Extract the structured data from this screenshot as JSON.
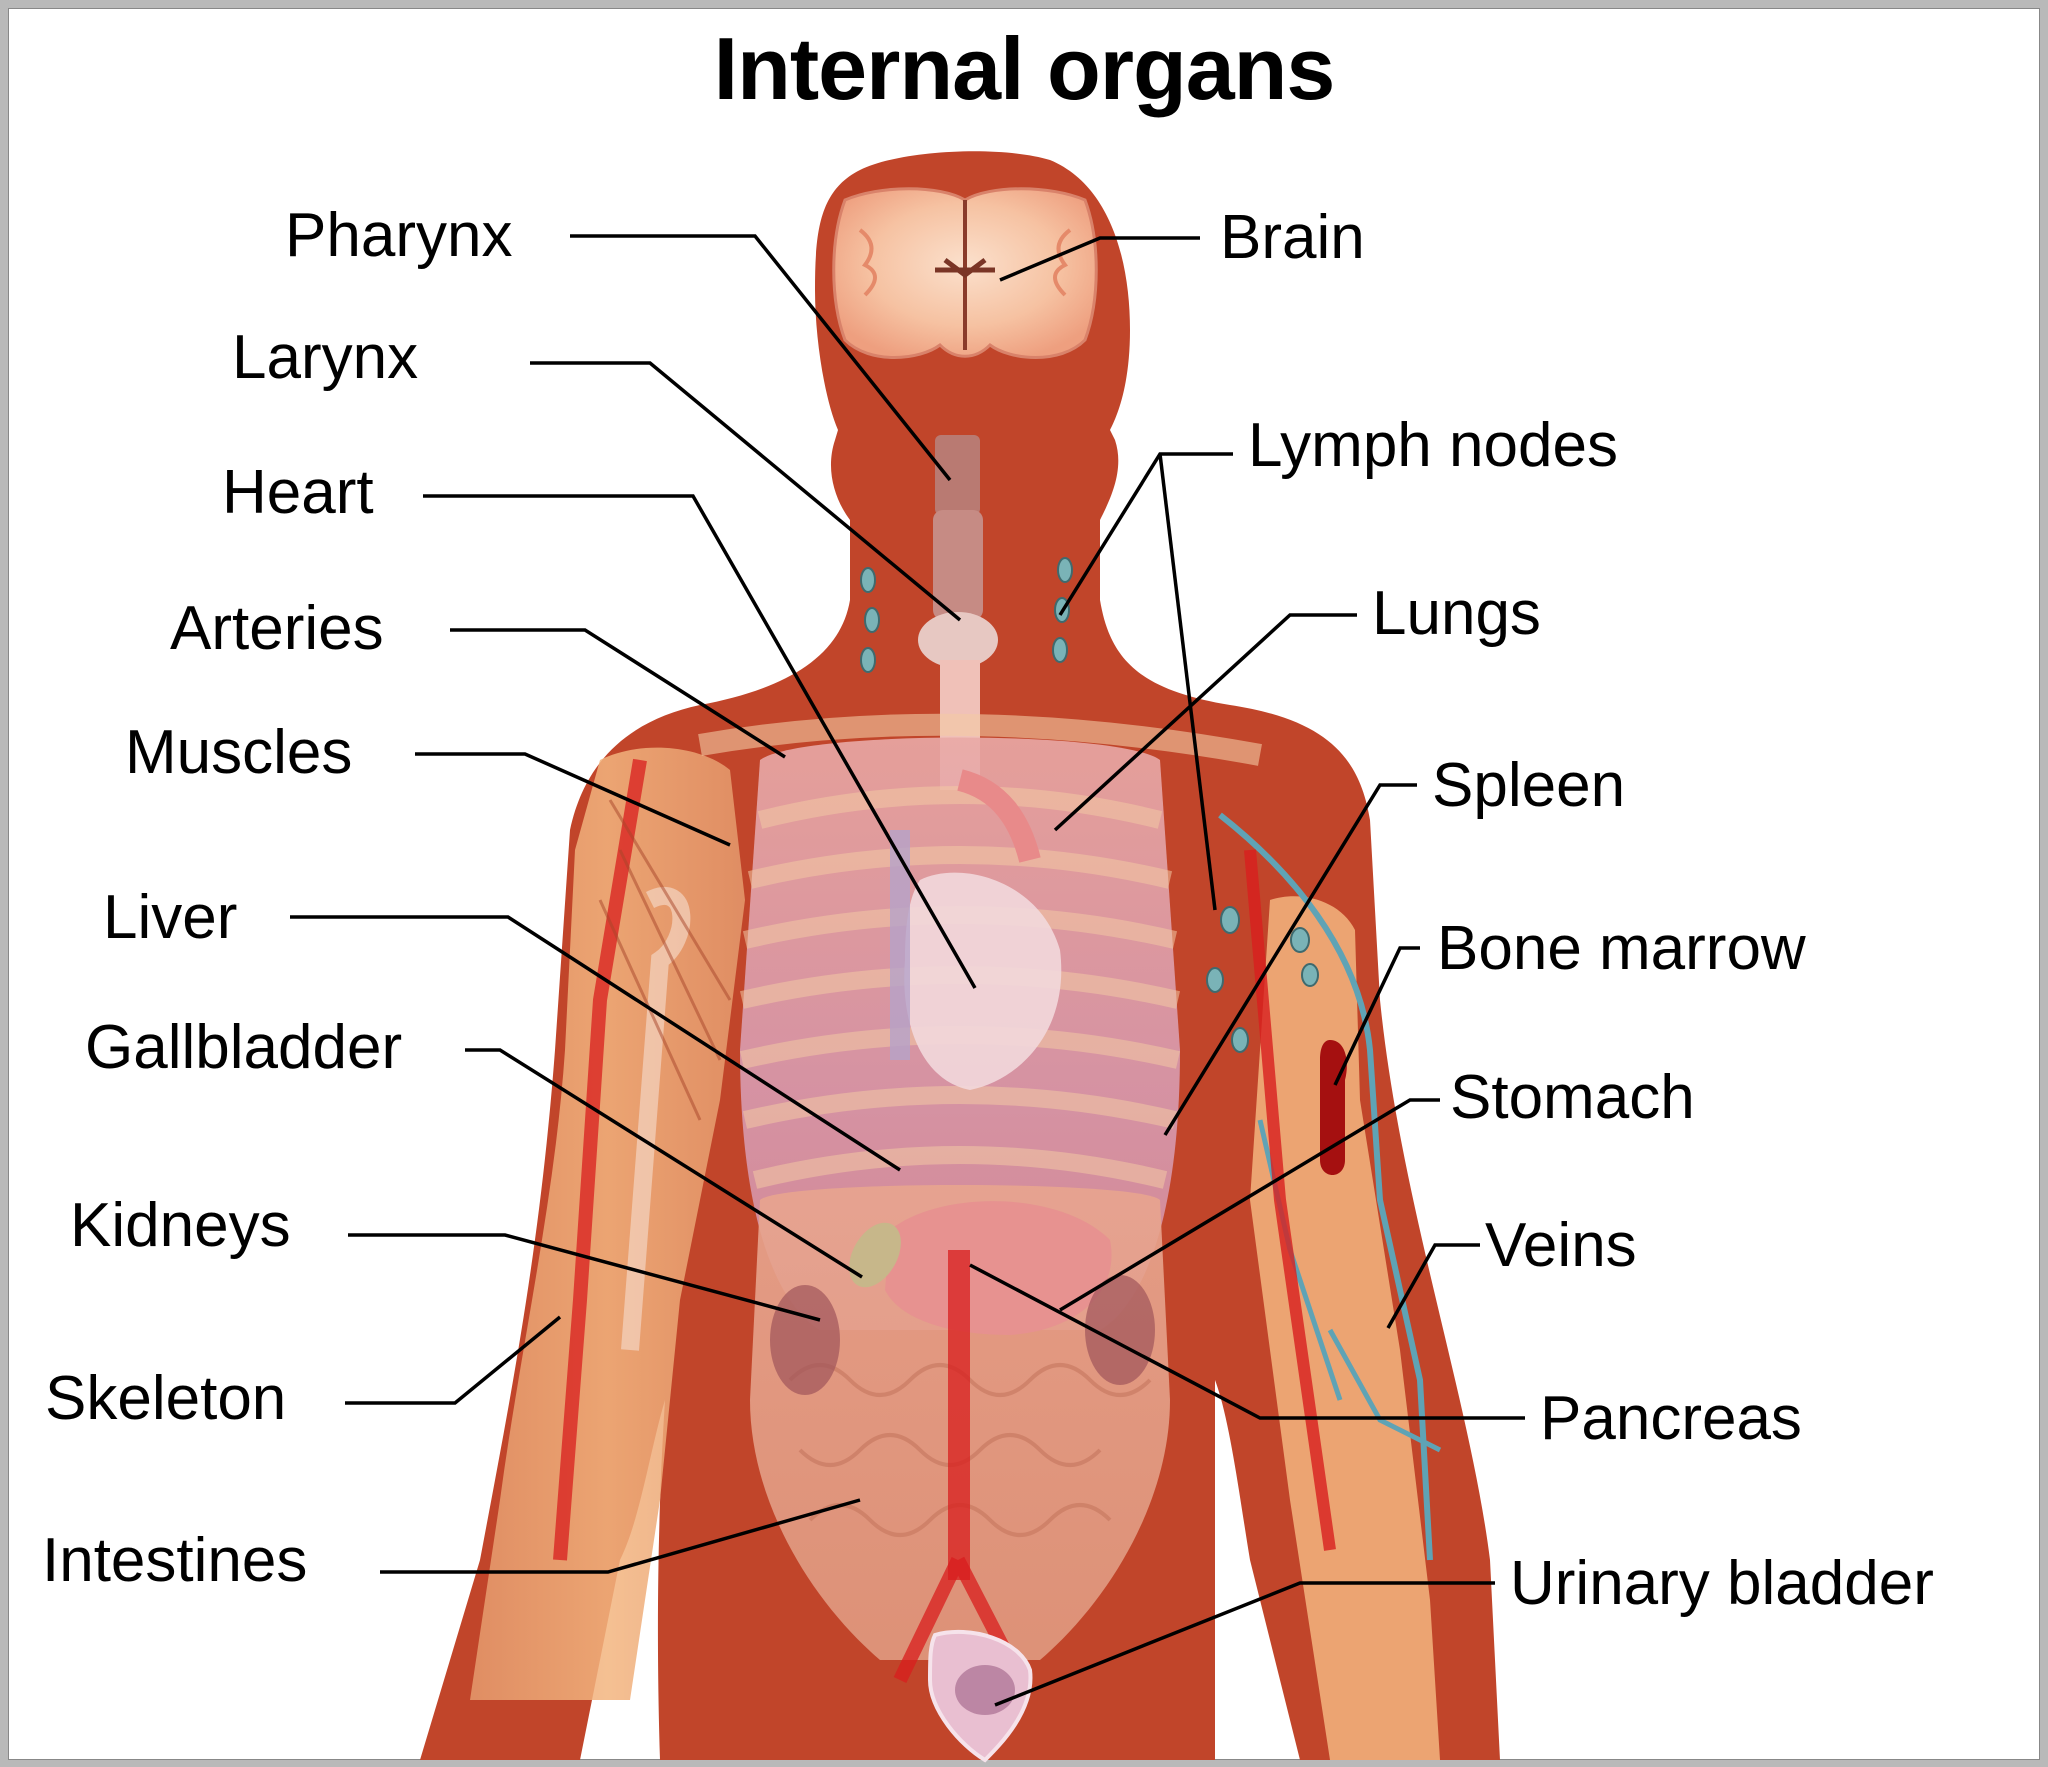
{
  "title": "Internal organs",
  "colors": {
    "body": "#c1452a",
    "organ_pink": "#e8a0a8",
    "brain": "#f2b38f",
    "vein_blue": "#5fa3b5",
    "artery_red": "#d81e1e",
    "bone": "#f0b27a",
    "leader_line": "#000000"
  },
  "labels_left": [
    {
      "id": "pharynx",
      "text": "Pharynx"
    },
    {
      "id": "larynx",
      "text": "Larynx"
    },
    {
      "id": "heart",
      "text": "Heart"
    },
    {
      "id": "arteries",
      "text": "Arteries"
    },
    {
      "id": "muscles",
      "text": "Muscles"
    },
    {
      "id": "liver",
      "text": "Liver"
    },
    {
      "id": "gallbladder",
      "text": "Gallbladder"
    },
    {
      "id": "kidneys",
      "text": "Kidneys"
    },
    {
      "id": "skeleton",
      "text": "Skeleton"
    },
    {
      "id": "intestines",
      "text": "Intestines"
    }
  ],
  "labels_right": [
    {
      "id": "brain",
      "text": "Brain"
    },
    {
      "id": "lymph-nodes",
      "text": "Lymph nodes"
    },
    {
      "id": "lungs",
      "text": "Lungs"
    },
    {
      "id": "spleen",
      "text": "Spleen"
    },
    {
      "id": "bone-marrow",
      "text": "Bone marrow"
    },
    {
      "id": "stomach",
      "text": "Stomach"
    },
    {
      "id": "veins",
      "text": "Veins"
    },
    {
      "id": "pancreas",
      "text": "Pancreas"
    },
    {
      "id": "urinary-bladder",
      "text": "Urinary bladder"
    }
  ]
}
